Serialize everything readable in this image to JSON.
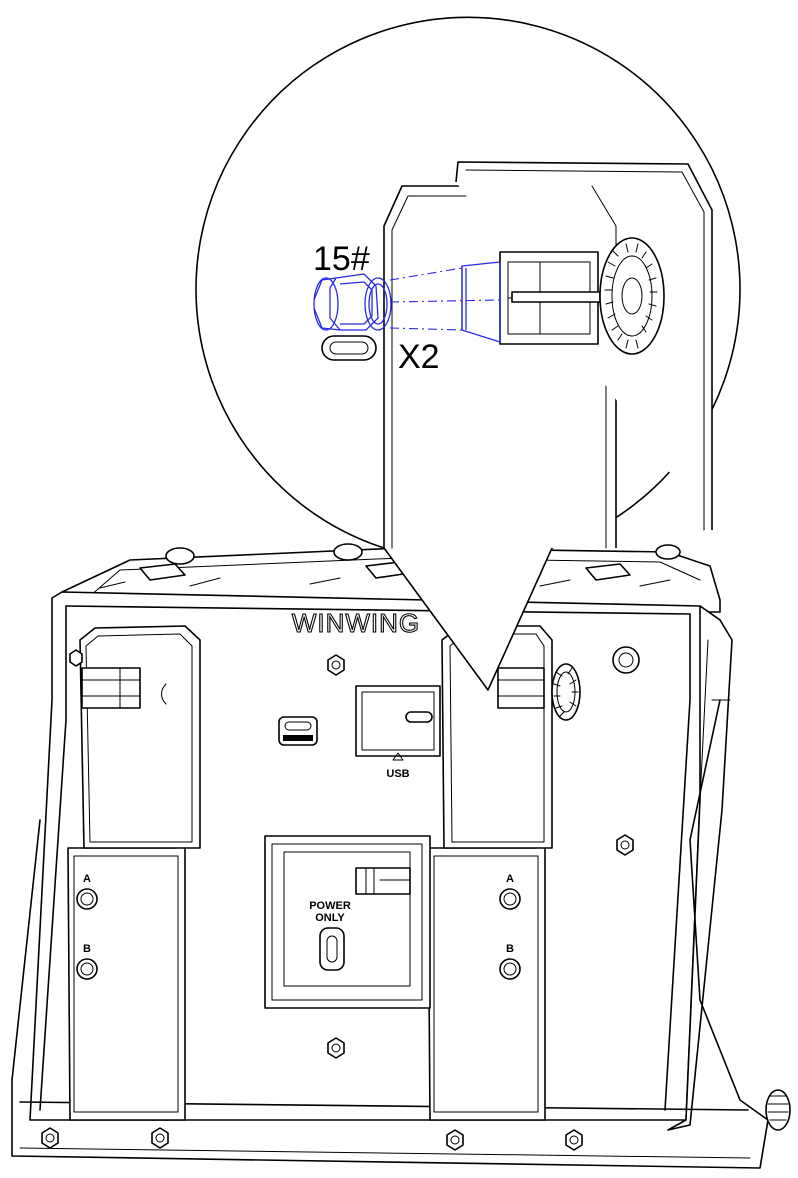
{
  "callouts": {
    "bolt_size": "15#",
    "quantity": "X2"
  },
  "panel": {
    "brand": "WINWING",
    "usb_label": "USB",
    "power_label_line1": "POWER",
    "power_label_line2": "ONLY",
    "left_button_a": "A",
    "left_button_b": "B",
    "right_button_a": "A",
    "right_button_b": "B"
  }
}
